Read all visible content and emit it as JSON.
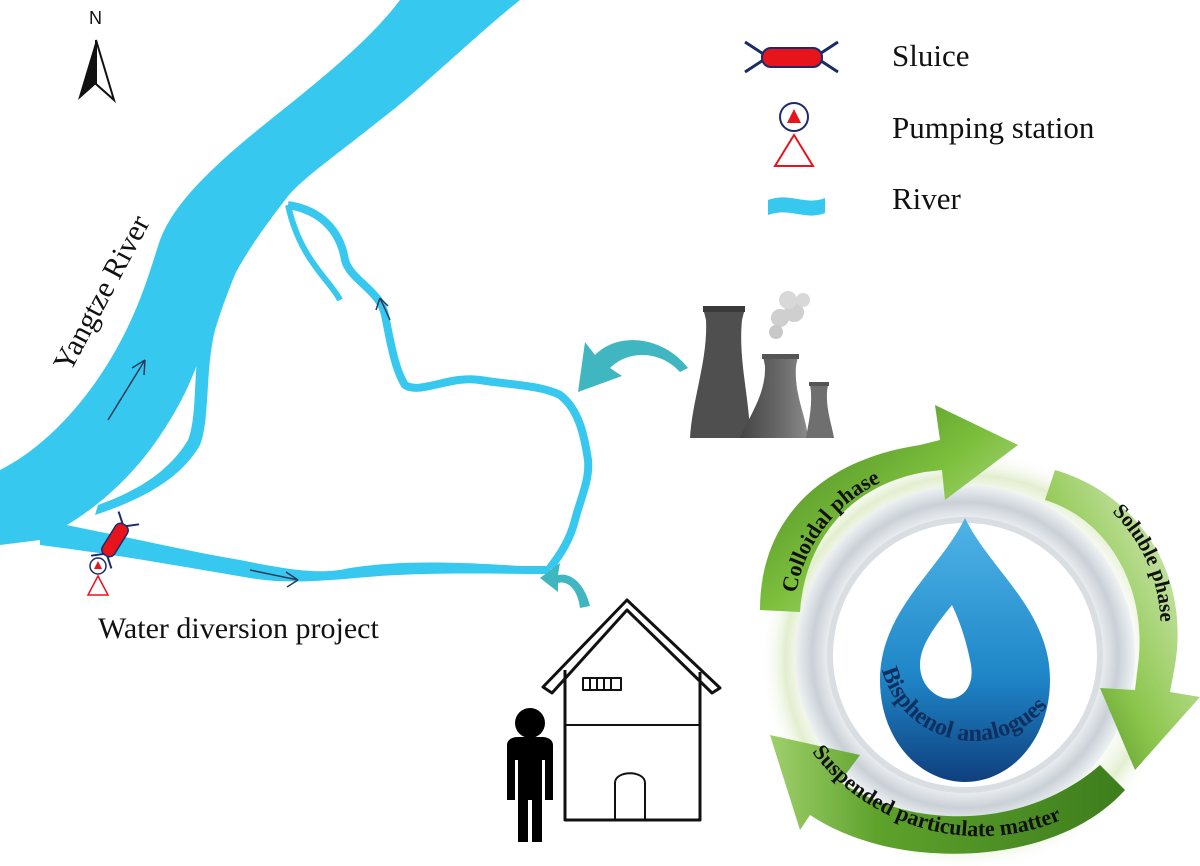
{
  "north": {
    "label": "N"
  },
  "legend": {
    "items": [
      {
        "label": "Sluice",
        "icon": "sluice-icon"
      },
      {
        "label": "Pumping station",
        "icon": "pumping-station-icon"
      },
      {
        "label": "River",
        "icon": "river-icon"
      }
    ]
  },
  "map": {
    "river_label": "Yangtze River",
    "project_caption": "Water diversion project"
  },
  "cycle": {
    "center_label": "Bisphenol analogues",
    "phases": [
      "Colloidal phase",
      "Soluble phase",
      "Suspended particulate matter"
    ]
  },
  "colors": {
    "river": "#36c8ef",
    "sluice": "#e8141c",
    "sluice_arms": "#1b2a6b",
    "pump_triangle": "#e8141c",
    "cycle_green": "#5a9e2c",
    "drop_blue": "#1f86c8",
    "pollution_arrow": "#3fb6c0",
    "factory_gray": "#5d5d5d"
  }
}
